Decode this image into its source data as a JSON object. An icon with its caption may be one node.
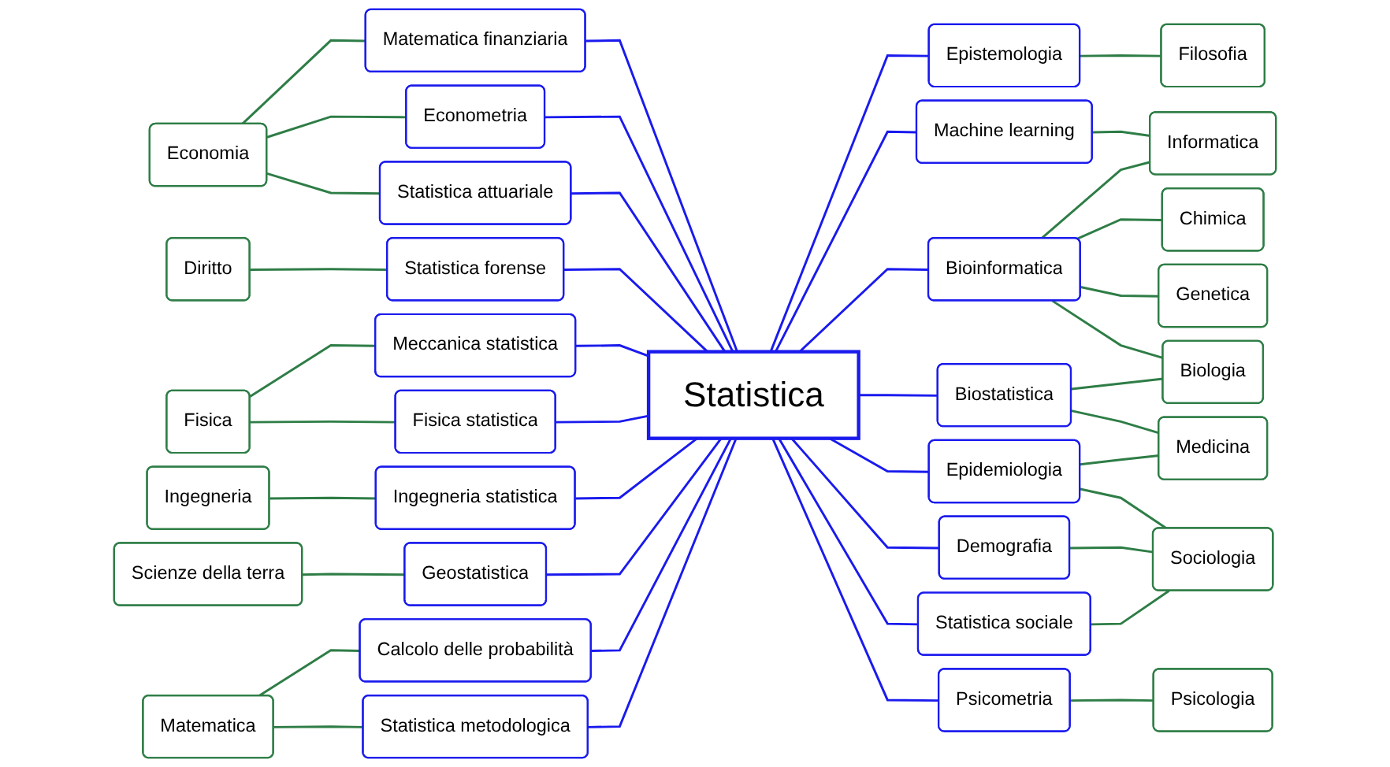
{
  "diagram": {
    "nodes": [
      {
        "text": [
          "Statistica"
        ]
      },
      {
        "text": [
          "Matematica finanziaria"
        ]
      },
      {
        "text": [
          "Econometria"
        ]
      },
      {
        "text": [
          "Statistica attuariale"
        ]
      },
      {
        "text": [
          "Statistica forense"
        ]
      },
      {
        "text": [
          "Meccanica statistica"
        ]
      },
      {
        "text": [
          "Fisica statistica"
        ]
      },
      {
        "text": [
          "Ingegneria statistica"
        ]
      },
      {
        "text": [
          "Geostatistica"
        ]
      },
      {
        "text": [
          "Calcolo delle probabilità"
        ]
      },
      {
        "text": [
          "Statistica metodologica"
        ]
      },
      {
        "text": [
          "Epistemologia"
        ]
      },
      {
        "text": [
          "Machine learning"
        ]
      },
      {
        "text": [
          "Bioinformatica"
        ]
      },
      {
        "text": [
          "Biostatistica"
        ]
      },
      {
        "text": [
          "Epidemiologia"
        ]
      },
      {
        "text": [
          "Demografia"
        ]
      },
      {
        "text": [
          "Statistica sociale"
        ]
      },
      {
        "text": [
          "Psicometria"
        ]
      },
      {
        "text": [
          "Psicologia"
        ]
      },
      {
        "text": [
          "Sociologia"
        ]
      },
      {
        "text": [
          "Medicina"
        ]
      },
      {
        "text": [
          "Biologia"
        ]
      },
      {
        "text": [
          "Genetica"
        ]
      },
      {
        "text": [
          "Chimica"
        ]
      },
      {
        "text": [
          "Informatica"
        ]
      },
      {
        "text": [
          "Filosofia"
        ]
      },
      {
        "text": [
          "Matematica"
        ]
      },
      {
        "text": [
          "Scienze della terra"
        ]
      },
      {
        "text": [
          "Ingegneria"
        ]
      },
      {
        "text": [
          "Fisica"
        ]
      },
      {
        "text": [
          "Diritto"
        ]
      },
      {
        "text": [
          "Economia"
        ]
      }
    ],
    "edges": [
      {
        "from": 1,
        "to": 0,
        "arrow": "none",
        "color": "#1a1aee"
      },
      {
        "from": 2,
        "to": 0,
        "arrow": "none",
        "color": "#1a1aee"
      },
      {
        "from": 3,
        "to": 0,
        "arrow": "none",
        "color": "#1a1aee"
      },
      {
        "from": 4,
        "to": 0,
        "arrow": "none",
        "color": "#1a1aee"
      },
      {
        "from": 5,
        "to": 0,
        "arrow": "none",
        "color": "#1a1aee"
      },
      {
        "from": 6,
        "to": 0,
        "arrow": "none",
        "color": "#1a1aee"
      },
      {
        "from": 7,
        "to": 0,
        "arrow": "none",
        "color": "#1a1aee"
      },
      {
        "from": 8,
        "to": 0,
        "arrow": "none",
        "color": "#1a1aee"
      },
      {
        "from": 9,
        "to": 0,
        "arrow": "none",
        "color": "#1a1aee"
      },
      {
        "from": 10,
        "to": 0,
        "arrow": "none",
        "color": "#1a1aee"
      },
      {
        "from": 0,
        "to": 11,
        "arrow": "none",
        "color": "#1a1aee"
      },
      {
        "from": 0,
        "to": 12,
        "arrow": "none",
        "color": "#1a1aee"
      },
      {
        "from": 0,
        "to": 13,
        "arrow": "none",
        "color": "#1a1aee"
      },
      {
        "from": 0,
        "to": 14,
        "arrow": "none",
        "color": "#1a1aee"
      },
      {
        "from": 0,
        "to": 15,
        "arrow": "none",
        "color": "#1a1aee"
      },
      {
        "from": 0,
        "to": 16,
        "arrow": "none",
        "color": "#1a1aee"
      },
      {
        "from": 0,
        "to": 17,
        "arrow": "none",
        "color": "#1a1aee"
      },
      {
        "from": 0,
        "to": 18,
        "arrow": "none",
        "color": "#1a1aee"
      },
      {
        "from": 32,
        "to": 1,
        "arrow": "none"
      },
      {
        "from": 32,
        "to": 2,
        "arrow": "none"
      },
      {
        "from": 32,
        "to": 3,
        "arrow": "none"
      },
      {
        "from": 31,
        "to": 4,
        "arrow": "none"
      },
      {
        "from": 30,
        "to": 5,
        "arrow": "none"
      },
      {
        "from": 30,
        "to": 6,
        "arrow": "none"
      },
      {
        "from": 29,
        "to": 7,
        "arrow": "none"
      },
      {
        "from": 28,
        "to": 8,
        "arrow": "none"
      },
      {
        "from": 27,
        "to": 9,
        "arrow": "none"
      },
      {
        "from": 27,
        "to": 10,
        "arrow": "none"
      },
      {
        "from": 11,
        "to": 26,
        "arrow": "none"
      },
      {
        "from": 12,
        "to": 25,
        "arrow": "none"
      },
      {
        "from": 13,
        "to": 25,
        "arrow": "none"
      },
      {
        "from": 13,
        "to": 24,
        "arrow": "none"
      },
      {
        "from": 13,
        "to": 23,
        "arrow": "none"
      },
      {
        "from": 13,
        "to": 22,
        "arrow": "none"
      },
      {
        "from": 14,
        "to": 22,
        "arrow": "none"
      },
      {
        "from": 14,
        "to": 21,
        "arrow": "none"
      },
      {
        "from": 15,
        "to": 21,
        "arrow": "none"
      },
      {
        "from": 15,
        "to": 20,
        "arrow": "none"
      },
      {
        "from": 16,
        "to": 20,
        "arrow": "none"
      },
      {
        "from": 17,
        "to": 20,
        "arrow": "none"
      },
      {
        "from": 18,
        "to": 19,
        "arrow": "none"
      }
    ]
  }
}
